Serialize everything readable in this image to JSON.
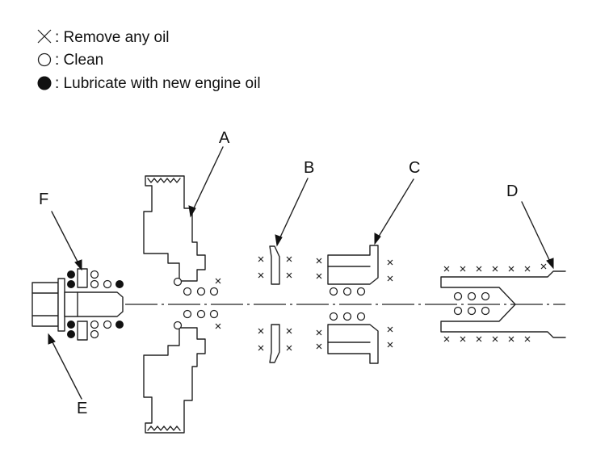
{
  "legend": {
    "remove_oil": {
      "icon": "x-mark-icon",
      "text": ": Remove any oil"
    },
    "clean": {
      "icon": "open-circle-icon",
      "text": ": Clean"
    },
    "lubricate": {
      "icon": "filled-circle-icon",
      "text": ": Lubricate with new engine oil"
    }
  },
  "callouts": {
    "A": "A",
    "B": "B",
    "C": "C",
    "D": "D",
    "E": "E",
    "F": "F"
  },
  "colors": {
    "line": "#222222",
    "background": "#ffffff"
  }
}
